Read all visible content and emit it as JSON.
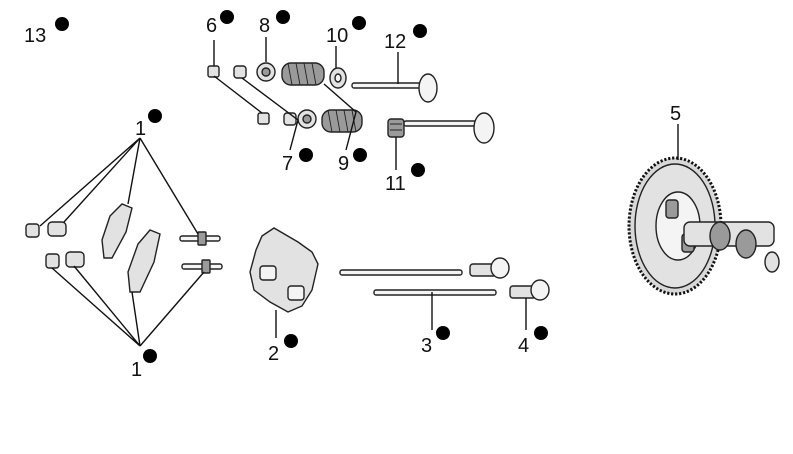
{
  "callouts": {
    "c1_top": "1",
    "c1_bottom": "1",
    "c2": "2",
    "c3": "3",
    "c4": "4",
    "c5": "5",
    "c6": "6",
    "c7": "7",
    "c8": "8",
    "c9": "9",
    "c10": "10",
    "c11": "11",
    "c12": "12",
    "c13": "13"
  }
}
